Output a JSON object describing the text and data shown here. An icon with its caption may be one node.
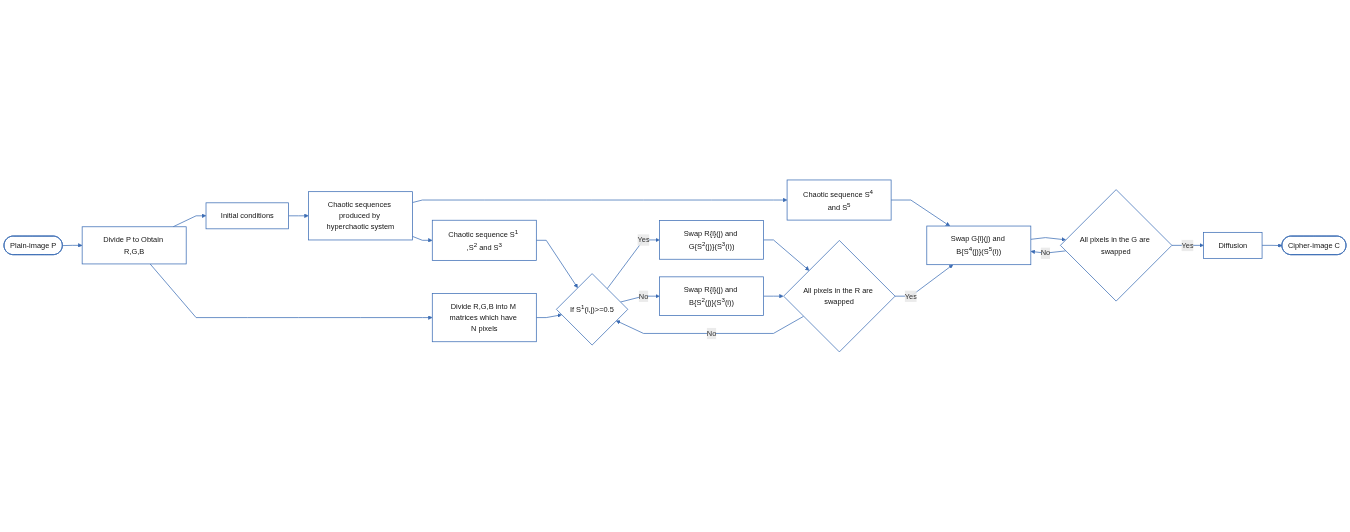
{
  "diagram": {
    "nodes": [
      {
        "text": [
          "Plain-image P"
        ]
      },
      {
        "text": [
          "Divide P to Obtain R,G,B"
        ]
      },
      {
        "text": [
          "Initial conditions"
        ]
      },
      {
        "text": [
          "Chaotic sequences produced by hyperchaotic system"
        ]
      },
      {
        "text": [
          "Chaotic sequence S$^{4}$ and S$^{5}$"
        ]
      },
      {
        "text": [
          "Swap G{i}(j) and B{S$^{4}$(j)}(S$^{5}$(i))"
        ]
      },
      {
        "text": [
          "All pixels in the G are swapped"
        ]
      },
      {
        "text": [
          "Chaotic sequence S$^{1}$ ,S$^{2}$ and S$^{3}$"
        ]
      },
      {
        "text": [
          "Divide R,G,B into M matrices which have N pixels"
        ]
      },
      {
        "text": [
          "If S$^{1}$(i,j)>=0.5"
        ]
      },
      {
        "text": [
          "Swap R{i}(j) and G{S$^{2}$(j)}(S$^{3}$(i))"
        ]
      },
      {
        "text": [
          "Swap R{i}(j) and B{S$^{2}$(j)}(S$^{3}$(i))"
        ]
      },
      {
        "text": [
          "All pixels in the R are swapped"
        ]
      },
      {
        "text": [
          "Diffusion"
        ]
      },
      {
        "text": [
          "Cipher-image C"
        ]
      }
    ],
    "edges": [
      {
        "from": 0,
        "to": 1,
        "arrow": "to"
      },
      {
        "from": 1,
        "to": 2,
        "arrow": "to"
      },
      {
        "from": 2,
        "to": 3,
        "arrow": "to"
      },
      {
        "from": 3,
        "to": 4,
        "arrow": "to"
      },
      {
        "from": 4,
        "to": 5,
        "arrow": "to"
      },
      {
        "from": 5,
        "to": 6,
        "arrow": "to"
      },
      {
        "from": 6,
        "to": 5,
        "label": "No",
        "arrow": "to"
      },
      {
        "from": 6,
        "to": 13,
        "label": "Yes",
        "arrow": "to"
      },
      {
        "from": 13,
        "to": 14,
        "arrow": "to"
      },
      {
        "from": 3,
        "to": 7,
        "arrow": "to"
      },
      {
        "from": 7,
        "to": 9,
        "arrow": "to"
      },
      {
        "from": 1,
        "to": 8,
        "arrow": "to"
      },
      {
        "from": 8,
        "to": 9,
        "arrow": "to"
      },
      {
        "from": 9,
        "to": 10,
        "label": "Yes",
        "arrow": "to"
      },
      {
        "from": 9,
        "to": 11,
        "label": "No",
        "arrow": "to"
      },
      {
        "from": 10,
        "to": 12,
        "arrow": "to"
      },
      {
        "from": 11,
        "to": 12,
        "arrow": "to"
      },
      {
        "from": 12,
        "to": 5,
        "label": "Yes",
        "arrow": "to"
      },
      {
        "from": 12,
        "to": 9,
        "label": "No",
        "arrow": "to"
      }
    ]
  }
}
